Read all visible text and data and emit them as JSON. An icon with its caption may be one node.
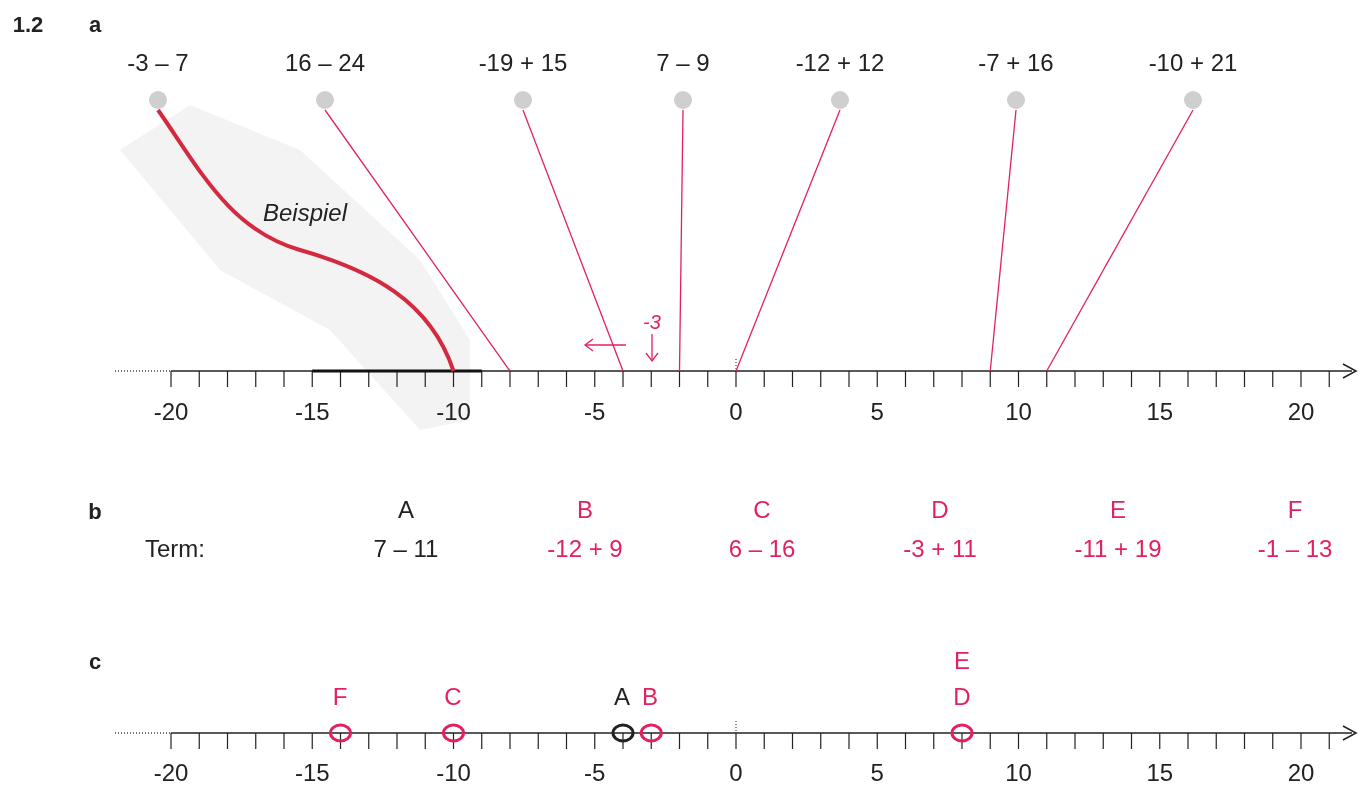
{
  "diagram": {
    "nodes": [
      {
        "text": [
          "-3 – 7"
        ]
      },
      {
        "text": [
          "16 – 24"
        ]
      },
      {
        "text": [
          "-19 + 15"
        ]
      },
      {
        "text": [
          "7 – 9"
        ]
      },
      {
        "text": [
          "-12 + 12"
        ]
      },
      {
        "text": [
          "-7 + 16"
        ]
      },
      {
        "text": [
          "-10 + 21"
        ]
      }
    ],
    "edges": [
      {
        "from": 0,
        "to": null,
        "arrow": "none",
        "label": "Beispiel",
        "style": "thick"
      },
      {
        "from": 1,
        "to": null,
        "arrow": "none"
      },
      {
        "from": 2,
        "to": null,
        "arrow": "none"
      },
      {
        "from": 3,
        "to": null,
        "arrow": "none"
      },
      {
        "from": 4,
        "to": null,
        "arrow": "none"
      },
      {
        "from": 5,
        "to": null,
        "arrow": "none"
      },
      {
        "from": 6,
        "to": null,
        "arrow": "none"
      }
    ],
    "labels": [
      "1.2",
      "a",
      "-20",
      "-15",
      "-10",
      "-5",
      "0",
      "5",
      "10",
      "15",
      "20",
      "-3",
      "b",
      "A",
      "B",
      "C",
      "D",
      "E",
      "F",
      "Term:",
      "7 – 11",
      "-12 + 9",
      "6 – 16",
      "-3 + 11",
      "-11 + 19",
      "-1 – 13",
      "c",
      "E",
      "F",
      "C",
      "A",
      "B",
      "D",
      "-20",
      "-15",
      "-10",
      "-5",
      "0",
      "5",
      "10",
      "15",
      "20"
    ]
  }
}
